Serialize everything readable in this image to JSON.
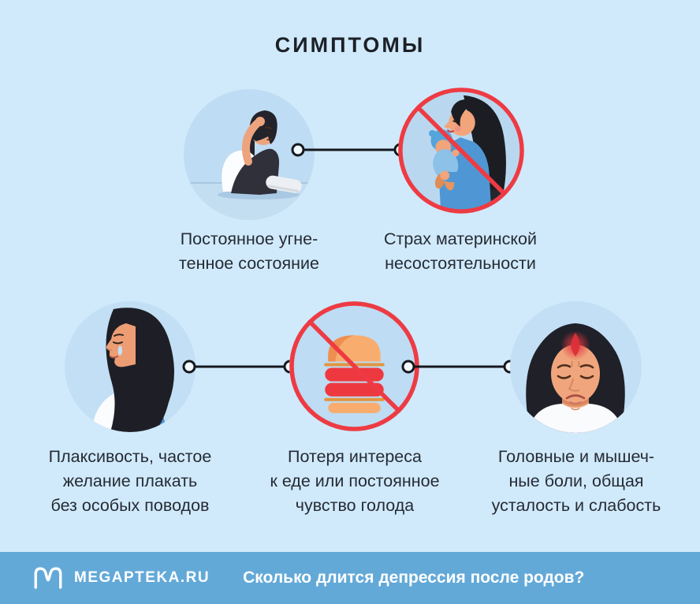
{
  "page": {
    "title": "СИМПТОМЫ",
    "background_color": "#d0eafc",
    "circle_color": "#bedcf3",
    "prohibition_color": "#ee3b43",
    "text_color": "#262b33"
  },
  "symptoms": [
    {
      "name": "depressed-state",
      "illustration": "sitting-depressed-woman",
      "prohibited": false,
      "lines": [
        "Постоянное угне-",
        "тенное состояние"
      ]
    },
    {
      "name": "fear-of-maternal-inadequacy",
      "illustration": "mother-holding-baby-prohibited",
      "prohibited": true,
      "lines": [
        "Страх материнской",
        "несостоятельности"
      ]
    },
    {
      "name": "tearfulness",
      "illustration": "crying-woman",
      "prohibited": false,
      "lines": [
        "Плаксивость, частое",
        "желание плакать",
        "без особых поводов"
      ]
    },
    {
      "name": "appetite-change",
      "illustration": "burger-prohibited",
      "prohibited": true,
      "lines": [
        "Потеря интереса",
        "к еде или постоянное",
        "чувство голода"
      ]
    },
    {
      "name": "headaches-weakness",
      "illustration": "woman-with-headache",
      "prohibited": false,
      "lines": [
        "Головные и мышеч-",
        "ные боли, общая",
        "усталость и слабость"
      ]
    }
  ],
  "footer": {
    "brand": "MEGAPTEKA.RU",
    "question": "Сколько длится депрессия после родов?",
    "background_color": "#63a9d8"
  }
}
